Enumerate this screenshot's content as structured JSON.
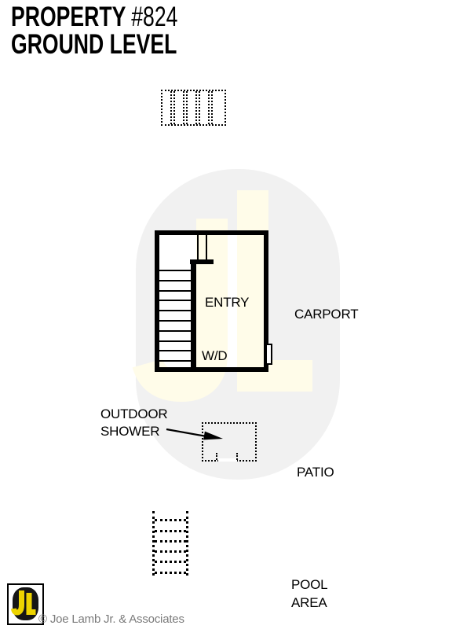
{
  "title": {
    "property_label": "PROPERTY ",
    "property_number": "#824",
    "level": "GROUND LEVEL"
  },
  "floorplan": {
    "entry_label": "ENTRY",
    "washer_dryer_label": "W/D"
  },
  "labels": {
    "carport": "CARPORT",
    "outdoor_shower": [
      "OUTDOOR",
      "SHOWER"
    ],
    "patio": "PATIO",
    "pool_area": [
      "POOL",
      "AREA"
    ]
  },
  "watermark": {
    "letters": "JL",
    "circle_color": "#F1F1F1",
    "letters_color": "#FFFCE9"
  },
  "footer": {
    "copyright": "© Joe Lamb Jr. & Associates",
    "copyright_color": "#7B7B7B",
    "logo_letters": "JL",
    "logo_yellow": "#EDD400"
  }
}
